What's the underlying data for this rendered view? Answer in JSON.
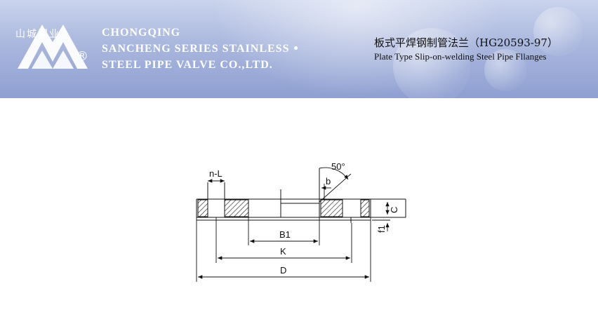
{
  "header": {
    "logo_text": "山城阀业",
    "registered_mark": "®",
    "company_lines": [
      "CHONGQING",
      "SANCHENG SERIES STAINLESS",
      "STEEL PIPE VALVE CO.,LTD."
    ],
    "title_cn": "板式平焊钢制管法兰（HG20593-97）",
    "title_en": "Plate Type Slip-on-welding Steel Pipe Fllanges"
  },
  "drawing": {
    "labels": {
      "hole": "n-L",
      "angle": "50°",
      "bevel": "b",
      "thickness": "C",
      "face": "f1",
      "bore": "B1",
      "bolt_circle": "K",
      "outer": "D"
    }
  },
  "colors": {
    "banner_top": "#c9d3ec",
    "banner_bottom": "#8e9fd1",
    "ink": "#111111"
  }
}
